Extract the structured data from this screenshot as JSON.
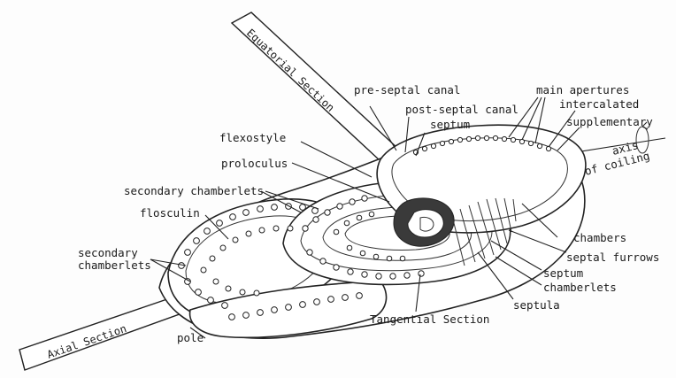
{
  "sections": {
    "equatorial": "Equatorial Section",
    "axial": "Axial Section",
    "tangential": "Tangential Section"
  },
  "labels": {
    "pre_septal_canal": "pre-septal canal",
    "post_septal_canal": "post-septal canal",
    "septum_top": "septum",
    "main_apertures": "main apertures",
    "intercalated": "intercalated",
    "supplementary": "supplementary",
    "axis_line1": "axis",
    "axis_line2": "of coiling",
    "flexostyle": "flexostyle",
    "proloculus": "proloculus",
    "secondary_chamberlets_upper": "secondary chamberlets",
    "flosculin": "flosculin",
    "secondary_left_line1": "secondary",
    "secondary_left_line2": "chamberlets",
    "chambers": "chambers",
    "septal_furrows": "septal furrows",
    "septum_right": "septum",
    "chamberlets": "chamberlets",
    "septula": "septula",
    "pole": "pole"
  }
}
